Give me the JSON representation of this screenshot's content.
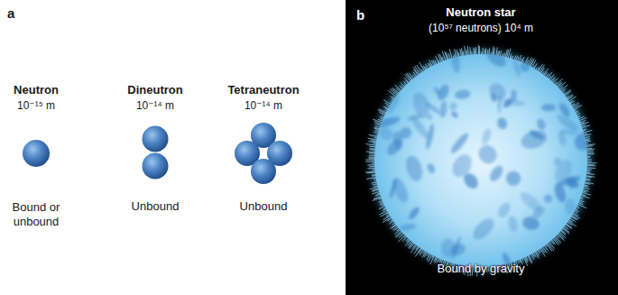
{
  "diagram": {
    "nodes": [
      {
        "text": [
          "b",
          "Neutron star",
          "(10⁵⁷ neutrons) 10⁴ m",
          "Bound by gravity"
        ]
      }
    ],
    "labels": [
      "a",
      "Neutron",
      "10⁻¹⁵ m",
      "Bound or unbound",
      "Dineutron",
      "10⁻¹⁴ m",
      "Unbound",
      "Tetraneutron",
      "10⁻¹⁴ m",
      "Unbound"
    ]
  }
}
